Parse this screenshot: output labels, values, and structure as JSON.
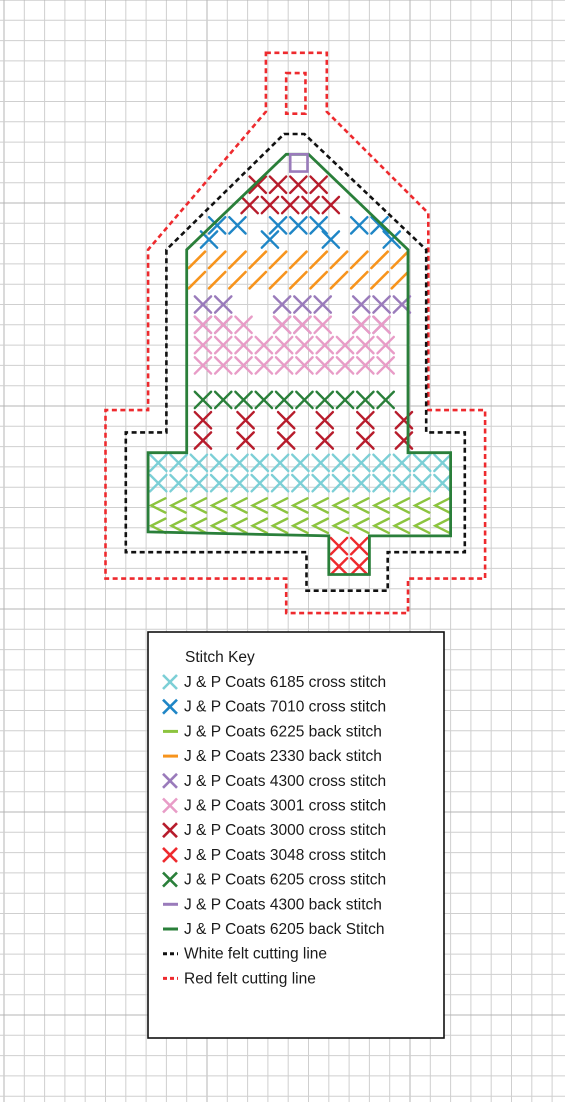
{
  "stitch_key": {
    "title": "Stitch Key",
    "items": [
      {
        "label": "J & P Coats 6185 cross stitch",
        "symbol": "cross",
        "color": "#7ccfd6"
      },
      {
        "label": "J & P Coats 7010 cross stitch",
        "symbol": "cross",
        "color": "#1f86c6"
      },
      {
        "label": "J & P Coats 6225 back stitch",
        "symbol": "line",
        "color": "#8cc43f"
      },
      {
        "label": "J & P Coats 2330 back stitch",
        "symbol": "line",
        "color": "#f7941d"
      },
      {
        "label": "J & P Coats 4300 cross stitch",
        "symbol": "cross",
        "color": "#9a7bbb"
      },
      {
        "label": "J & P Coats 3001 cross stitch",
        "symbol": "cross",
        "color": "#e89cc7"
      },
      {
        "label": "J & P Coats 3000 cross stitch",
        "symbol": "cross",
        "color": "#b71c2c"
      },
      {
        "label": "J & P Coats 3048 cross stitch",
        "symbol": "cross",
        "color": "#ee2a2e"
      },
      {
        "label": "J & P Coats 6205 cross stitch",
        "symbol": "cross",
        "color": "#2a7f3a"
      },
      {
        "label": "J & P Coats 4300 back stitch",
        "symbol": "line",
        "color": "#9a7bbb"
      },
      {
        "label": "J & P Coats 6205 back Stitch",
        "symbol": "line",
        "color": "#2a7f3a"
      },
      {
        "label": "White felt cutting line",
        "symbol": "dash",
        "color": "#111111"
      },
      {
        "label": "Red felt cutting line",
        "symbol": "dash",
        "color": "#ee2a2e"
      }
    ]
  },
  "colors": {
    "grid_line": "#cfcfcf",
    "grid_major": "#b4b4b4",
    "turquoise": "#7ccfd6",
    "blue": "#1f86c6",
    "lime": "#8cc43f",
    "orange": "#f7941d",
    "purple": "#9a7bbb",
    "pink": "#e89cc7",
    "dark_red": "#b71c2c",
    "red": "#ee2a2e",
    "green": "#2a7f3a",
    "black": "#111111"
  }
}
